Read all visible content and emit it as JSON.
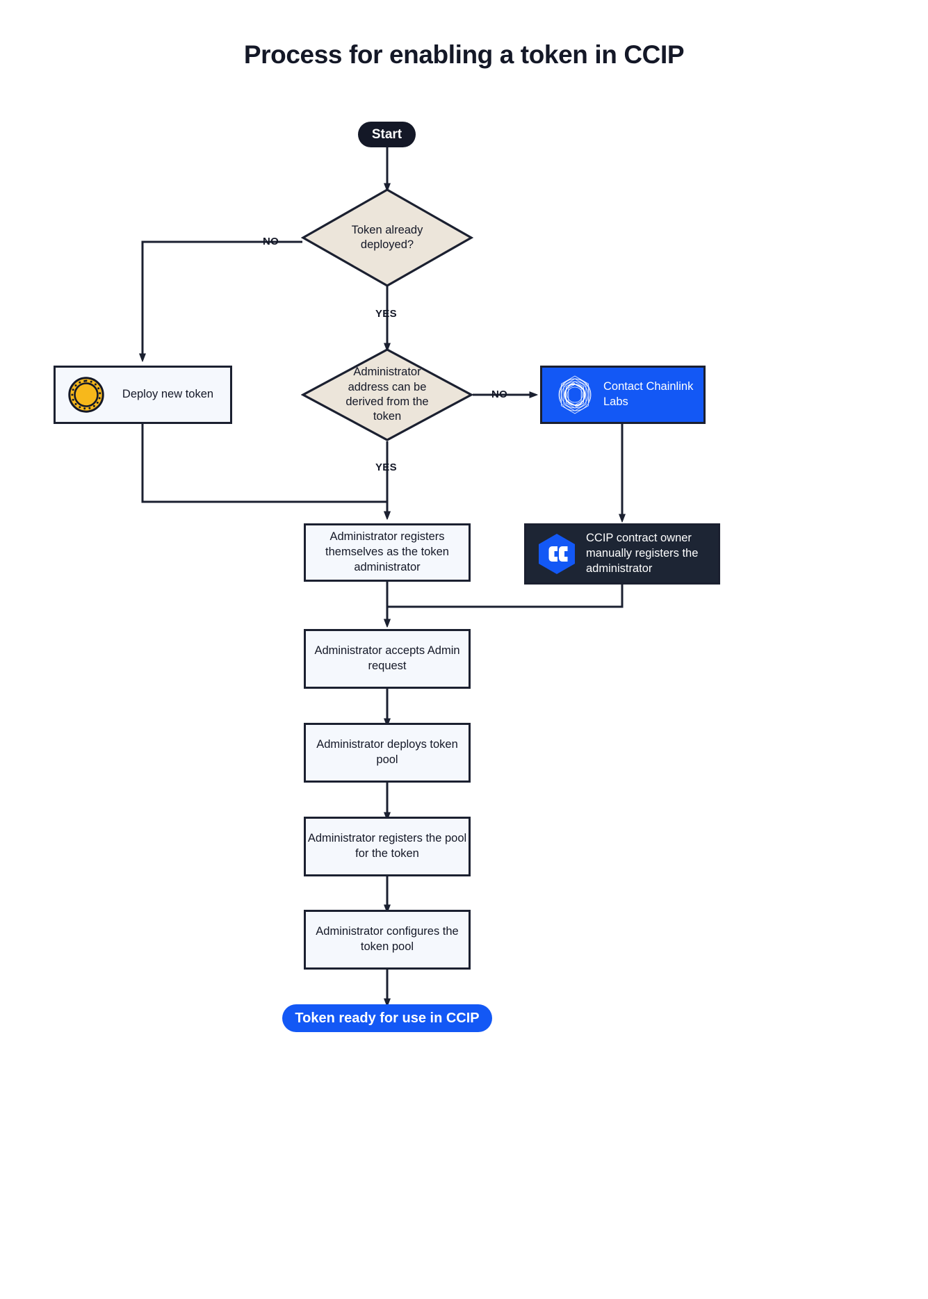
{
  "page": {
    "title": "Process for enabling a token in CCIP",
    "background": "#ffffff"
  },
  "colors": {
    "ink": "#141827",
    "stroke": "#1b2030",
    "decision_fill": "#ece5da",
    "process_fill": "#f5f8fd",
    "brand_blue": "#1358f5",
    "dark_navy": "#1d2534",
    "coin_gold": "#f7b81b",
    "white": "#ffffff"
  },
  "chart_data": {
    "type": "flowchart",
    "title": "Process for enabling a token in CCIP",
    "orientation": "top-to-bottom",
    "nodes": [
      {
        "id": "start",
        "shape": "pill",
        "label": "Start"
      },
      {
        "id": "q-deployed",
        "shape": "diamond",
        "label": "Token already deployed?"
      },
      {
        "id": "deploy-token",
        "shape": "process",
        "label": "Deploy new token",
        "icon": "gold-coin-icon"
      },
      {
        "id": "q-derive-admin",
        "shape": "diamond",
        "label": "Administrator address can be derived from the token"
      },
      {
        "id": "contact-labs",
        "shape": "process",
        "label": "Contact Chainlink Labs",
        "icon": "chainlink-logo-icon",
        "style": "blue"
      },
      {
        "id": "register-self",
        "shape": "process",
        "label": "Administrator registers themselves as the token administrator"
      },
      {
        "id": "owner-registers",
        "shape": "process",
        "label": "CCIP contract owner manually registers the administrator",
        "icon": "ccip-hex-icon",
        "style": "dark"
      },
      {
        "id": "accept-admin",
        "shape": "process",
        "label": "Administrator accepts Admin request"
      },
      {
        "id": "deploy-pool",
        "shape": "process",
        "label": "Administrator deploys token pool"
      },
      {
        "id": "register-pool",
        "shape": "process",
        "label": "Administrator registers the pool for the token"
      },
      {
        "id": "configure-pool",
        "shape": "process",
        "label": "Administrator configures the token pool"
      },
      {
        "id": "end",
        "shape": "pill",
        "label": "Token ready for use in CCIP",
        "style": "blue"
      }
    ],
    "edges": [
      {
        "from": "start",
        "to": "q-deployed",
        "label": ""
      },
      {
        "from": "q-deployed",
        "to": "deploy-token",
        "label": "NO"
      },
      {
        "from": "q-deployed",
        "to": "q-derive-admin",
        "label": "YES"
      },
      {
        "from": "deploy-token",
        "to": "register-self",
        "label": ""
      },
      {
        "from": "q-derive-admin",
        "to": "contact-labs",
        "label": "NO"
      },
      {
        "from": "q-derive-admin",
        "to": "register-self",
        "label": "YES"
      },
      {
        "from": "contact-labs",
        "to": "owner-registers",
        "label": ""
      },
      {
        "from": "register-self",
        "to": "accept-admin",
        "label": ""
      },
      {
        "from": "owner-registers",
        "to": "accept-admin",
        "label": ""
      },
      {
        "from": "accept-admin",
        "to": "deploy-pool",
        "label": ""
      },
      {
        "from": "deploy-pool",
        "to": "register-pool",
        "label": ""
      },
      {
        "from": "register-pool",
        "to": "configure-pool",
        "label": ""
      },
      {
        "from": "configure-pool",
        "to": "end",
        "label": ""
      }
    ],
    "edge_labels": [
      "NO",
      "YES",
      "NO",
      "YES"
    ]
  },
  "nodes": {
    "start": {
      "label": "Start"
    },
    "q_deployed": {
      "label": "Token already deployed?"
    },
    "deploy_token": {
      "label": "Deploy new token"
    },
    "q_derive_admin": {
      "label": "Administrator address can be derived from the token"
    },
    "contact_labs": {
      "label": "Contact Chainlink Labs"
    },
    "register_self": {
      "label": "Administrator registers themselves as the token administrator"
    },
    "owner_registers": {
      "label": "CCIP contract owner manually registers the administrator"
    },
    "accept_admin": {
      "label": "Administrator accepts Admin request"
    },
    "deploy_pool": {
      "label": "Administrator deploys token pool"
    },
    "register_pool": {
      "label": "Administrator registers the pool for the token"
    },
    "configure_pool": {
      "label": "Administrator configures the token pool"
    },
    "end": {
      "label": "Token ready for use in CCIP"
    }
  },
  "edge_labels": {
    "no_deployed": "NO",
    "yes_deployed": "YES",
    "no_derive": "NO",
    "yes_derive": "YES"
  },
  "icons": {
    "coin": "gold-coin-icon",
    "chainlink": "chainlink-logo-icon",
    "ccip": "ccip-hex-icon"
  }
}
